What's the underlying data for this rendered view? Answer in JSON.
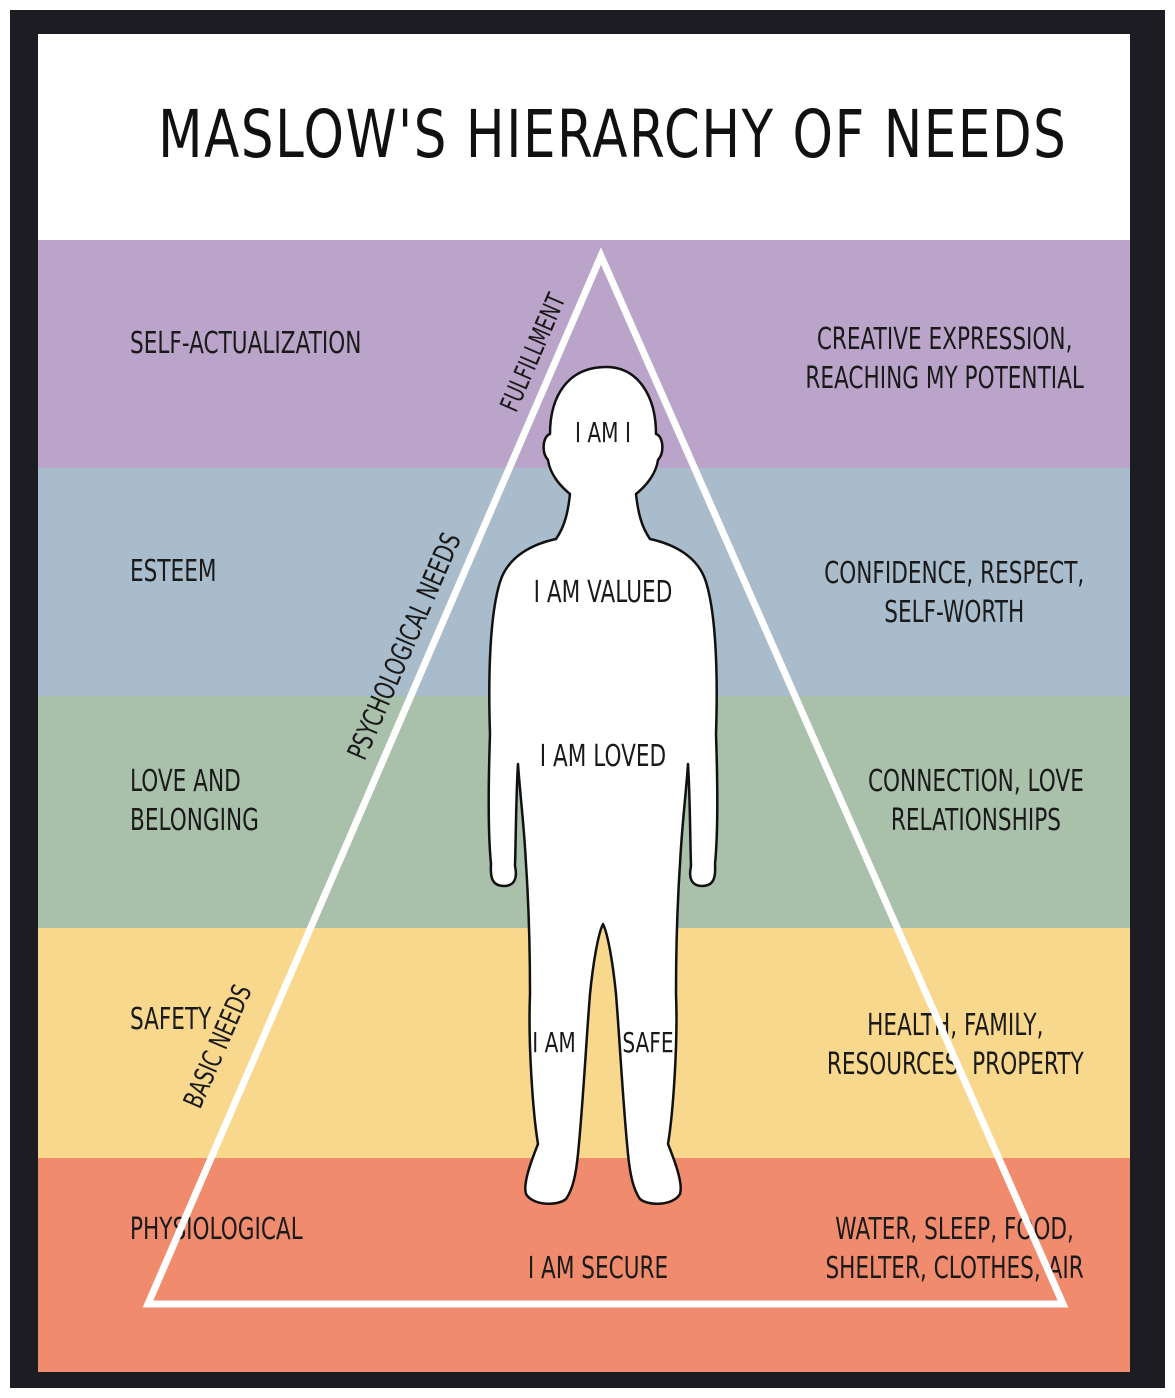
{
  "title": "MASLOW'S HIERARCHY OF NEEDS",
  "colors": {
    "frame": "#1c1c22",
    "self_actualization": "#bba4c9",
    "esteem": "#a9bccb",
    "love": "#a9c0aa",
    "safety": "#f7d88c",
    "physiological": "#f08c6d",
    "outline": "#ffffff"
  },
  "levels": [
    {
      "name": "SELF-ACTUALIZATION",
      "description": "CREATIVE EXPRESSION,\nREACHING MY POTENTIAL",
      "statement": "I AM I"
    },
    {
      "name": "ESTEEM",
      "description": "CONFIDENCE, RESPECT,\nSELF-WORTH",
      "statement": "I AM VALUED"
    },
    {
      "name": "LOVE AND\nBELONGING",
      "description": "CONNECTION, LOVE\nRELATIONSHIPS",
      "statement": "I AM LOVED"
    },
    {
      "name": "SAFETY",
      "description": "HEALTH, FAMILY,\nRESOURCES, PROPERTY",
      "statement_left": "I AM",
      "statement_right": "SAFE"
    },
    {
      "name": "PHYSIOLOGICAL",
      "description": "WATER, SLEEP, FOOD,\nSHELTER, CLOTHES, AIR",
      "statement": "I AM SECURE"
    }
  ],
  "side_labels": {
    "fulfillment": "FULFILLMENT",
    "psychological": "PSYCHOLOGICAL NEEDS",
    "basic": "BASIC NEEDS"
  },
  "icons": {
    "figure": "child-silhouette-icon"
  }
}
